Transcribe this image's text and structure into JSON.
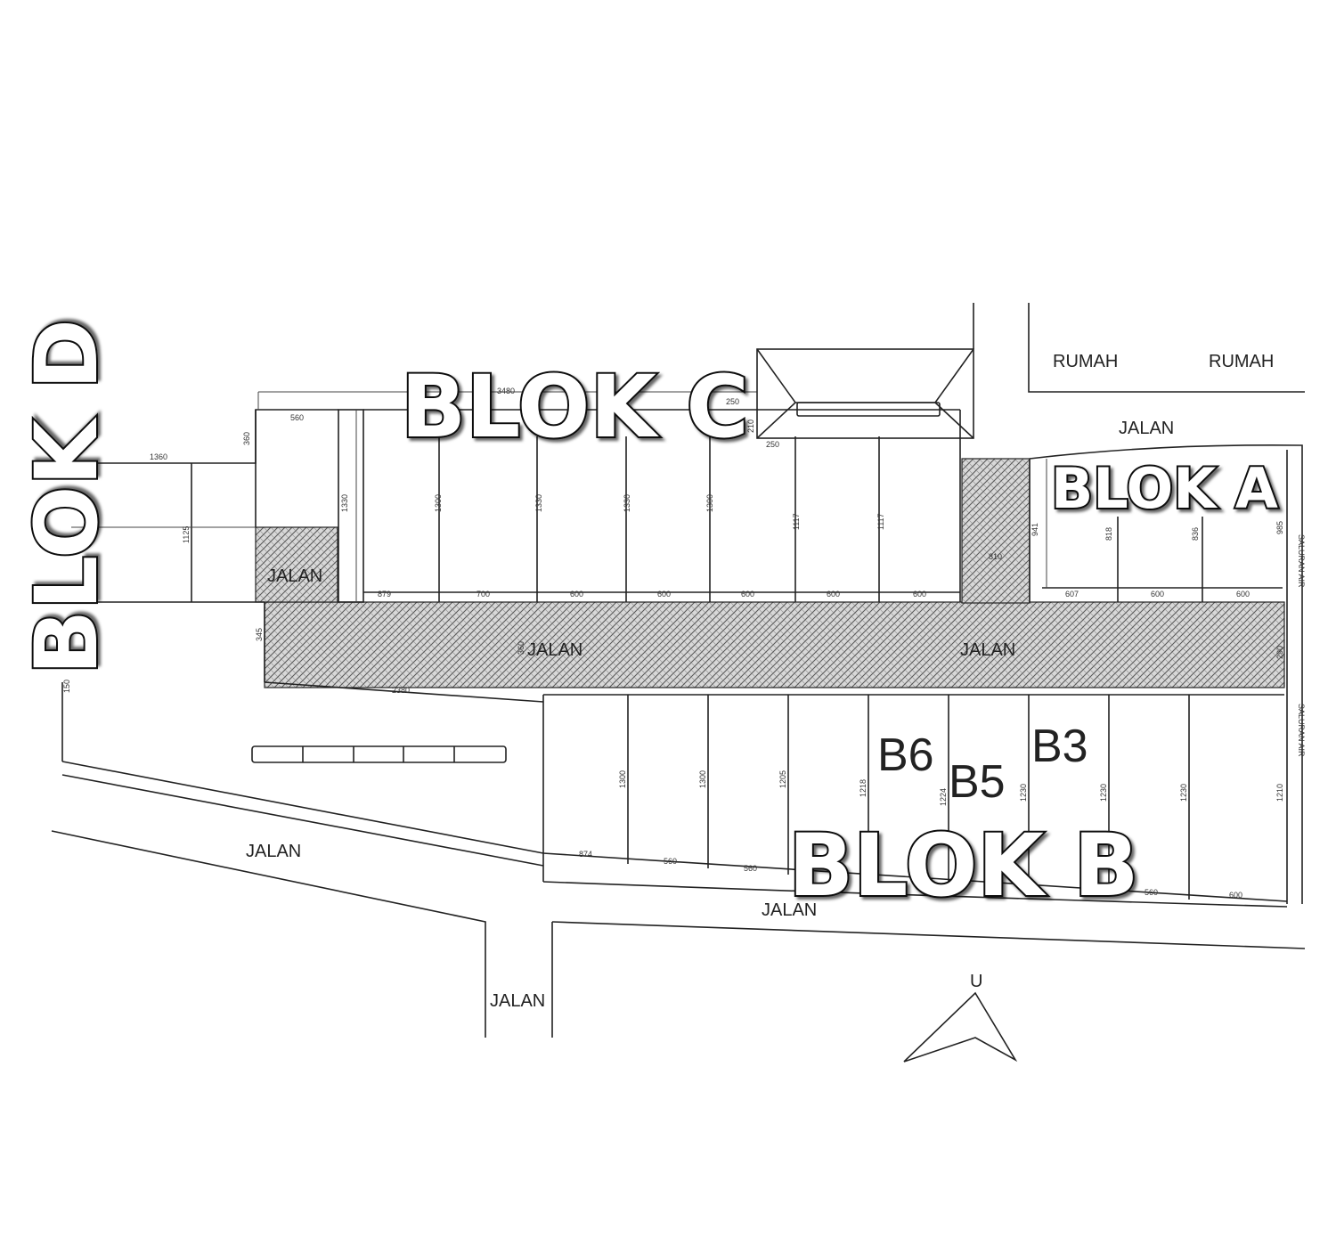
{
  "blocks": {
    "a": "BLOK A",
    "b": "BLOK B",
    "c": "BLOK C",
    "d": "BLOK D"
  },
  "road_labels": {
    "jalan_top_right": "JALAN",
    "jalan_left_small": "JALAN",
    "jalan_main_left": "JALAN",
    "jalan_main_right": "JALAN",
    "jalan_bottom_left": "JALAN",
    "jalan_bottom_mid": "JALAN",
    "jalan_bottom_exit": "JALAN"
  },
  "houses": [
    "RUMAH",
    "RUMAH"
  ],
  "lots": {
    "b3": "B3",
    "b5": "B5",
    "b6": "B6"
  },
  "north_label": "U",
  "water_channel": [
    "SALURAN AIR",
    "SALURAN AIR"
  ],
  "dimensions": {
    "d_width": "1360",
    "d_height": "1125",
    "d_side": "150",
    "d_top": "560",
    "d_vert": "360",
    "c_span": "3480",
    "c_small1": "250",
    "c_small2": "210",
    "c_small3": "250",
    "c_depths": [
      "1330",
      "1300",
      "1330",
      "1330",
      "1300",
      "1117",
      "1117"
    ],
    "c_widths": [
      "879",
      "700",
      "600",
      "600",
      "600",
      "600",
      "600"
    ],
    "jalan_depth": "345",
    "jalan_depth2": "360",
    "jalan_length": "2380",
    "a_depths": [
      "941",
      "818",
      "836",
      "985"
    ],
    "a_inner": "810",
    "a_widths": [
      "607",
      "600",
      "600"
    ],
    "a_side": "290",
    "b_depths": [
      "1300",
      "1300",
      "1205",
      "1218",
      "1224",
      "1230",
      "1230",
      "1230",
      "1210"
    ],
    "b_widths": [
      "874",
      "560",
      "560",
      "560",
      "600"
    ]
  }
}
